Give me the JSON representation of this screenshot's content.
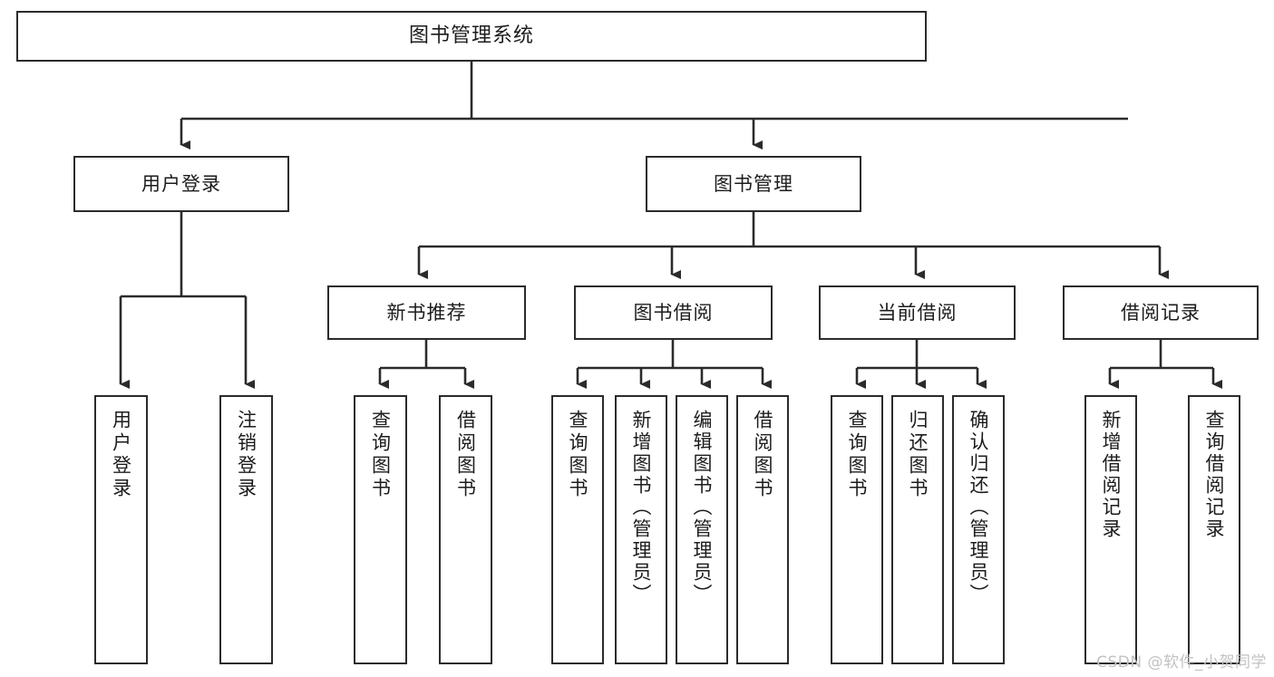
{
  "diagram": {
    "type": "tree-hierarchy",
    "title": "图书管理系统",
    "watermark": "CSDN @软件_小贺同学",
    "colors": {
      "box_border": "#2b2b2b",
      "box_fill": "#ffffff",
      "connector": "#2b2b2b",
      "text": "#1c1c1c",
      "watermark": "#c2c2c2",
      "background": "#ffffff"
    },
    "levels": [
      {
        "level": 1,
        "nodes": [
          {
            "id": "root",
            "label": "图书管理系统",
            "orientation": "horizontal"
          }
        ]
      },
      {
        "level": 2,
        "nodes": [
          {
            "id": "login",
            "label": "用户登录",
            "orientation": "horizontal",
            "parent": "root"
          },
          {
            "id": "bookmgmt",
            "label": "图书管理",
            "orientation": "horizontal",
            "parent": "root"
          }
        ]
      },
      {
        "level": 3,
        "nodes": [
          {
            "id": "newbook",
            "label": "新书推荐",
            "orientation": "horizontal",
            "parent": "bookmgmt"
          },
          {
            "id": "borrow",
            "label": "图书借阅",
            "orientation": "horizontal",
            "parent": "bookmgmt"
          },
          {
            "id": "current",
            "label": "当前借阅",
            "orientation": "horizontal",
            "parent": "bookmgmt"
          },
          {
            "id": "records",
            "label": "借阅记录",
            "orientation": "horizontal",
            "parent": "bookmgmt"
          }
        ]
      },
      {
        "level": 4,
        "nodes": [
          {
            "id": "leaf1",
            "label": "用户登录",
            "orientation": "vertical",
            "parent": "login"
          },
          {
            "id": "leaf2",
            "label": "注销登录",
            "orientation": "vertical",
            "parent": "login"
          },
          {
            "id": "leaf3",
            "label": "查询图书",
            "orientation": "vertical",
            "parent": "newbook"
          },
          {
            "id": "leaf4",
            "label": "借阅图书",
            "orientation": "vertical",
            "parent": "newbook"
          },
          {
            "id": "leaf5",
            "label": "查询图书",
            "orientation": "vertical",
            "parent": "borrow"
          },
          {
            "id": "leaf6",
            "label": "新增图书（管理员）",
            "orientation": "vertical",
            "parent": "borrow"
          },
          {
            "id": "leaf7",
            "label": "编辑图书（管理员）",
            "orientation": "vertical",
            "parent": "borrow"
          },
          {
            "id": "leaf8",
            "label": "借阅图书",
            "orientation": "vertical",
            "parent": "borrow"
          },
          {
            "id": "leaf9",
            "label": "查询图书",
            "orientation": "vertical",
            "parent": "current"
          },
          {
            "id": "leaf10",
            "label": "归还图书",
            "orientation": "vertical",
            "parent": "current"
          },
          {
            "id": "leaf11",
            "label": "确认归还（管理员）",
            "orientation": "vertical",
            "parent": "current"
          },
          {
            "id": "leaf12",
            "label": "新增借阅记录",
            "orientation": "vertical",
            "parent": "records"
          },
          {
            "id": "leaf13",
            "label": "查询借阅记录",
            "orientation": "vertical",
            "parent": "records"
          }
        ]
      }
    ]
  }
}
